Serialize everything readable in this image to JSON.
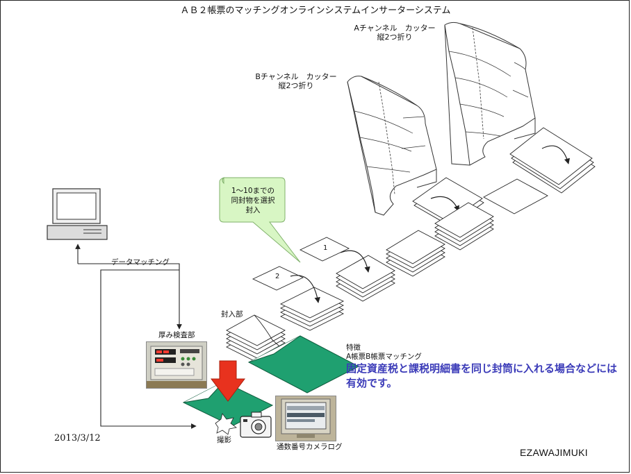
{
  "title": "ＡＢ２帳票のマッチングオンラインシステムインサーターシステム",
  "cutters": [
    {
      "line1": "Aチャンネル　カッター",
      "line2": "縦2つ折り"
    },
    {
      "line1": "Bチャンネル　カッター",
      "line2": "縦2つ折り"
    }
  ],
  "callout": {
    "line1": "1～10までの",
    "line2": "同封物を選択",
    "line3": "封入"
  },
  "numbers": {
    "n1": "1",
    "n2": "2"
  },
  "labels": {
    "data_matching": "データマッチング",
    "insert_unit": "封入部",
    "thickness_check": "厚み検査部",
    "photo": "撮影",
    "camera_log": "通数番号カメラログ"
  },
  "features": {
    "heading": "特徴",
    "sub": "A帳票B帳票マッチング",
    "note": "固定資産税と課税明細書を同じ封筒に入れる場合などには有効です。"
  },
  "date": "2013/3/12",
  "brand": "EZAWAJIMUKI",
  "colors": {
    "envelope": "#1fa070",
    "arrow": "#e8321e",
    "callout_fill": "#d8f6c4",
    "callout_border": "#7fb06a",
    "note": "#3a3ab8"
  }
}
